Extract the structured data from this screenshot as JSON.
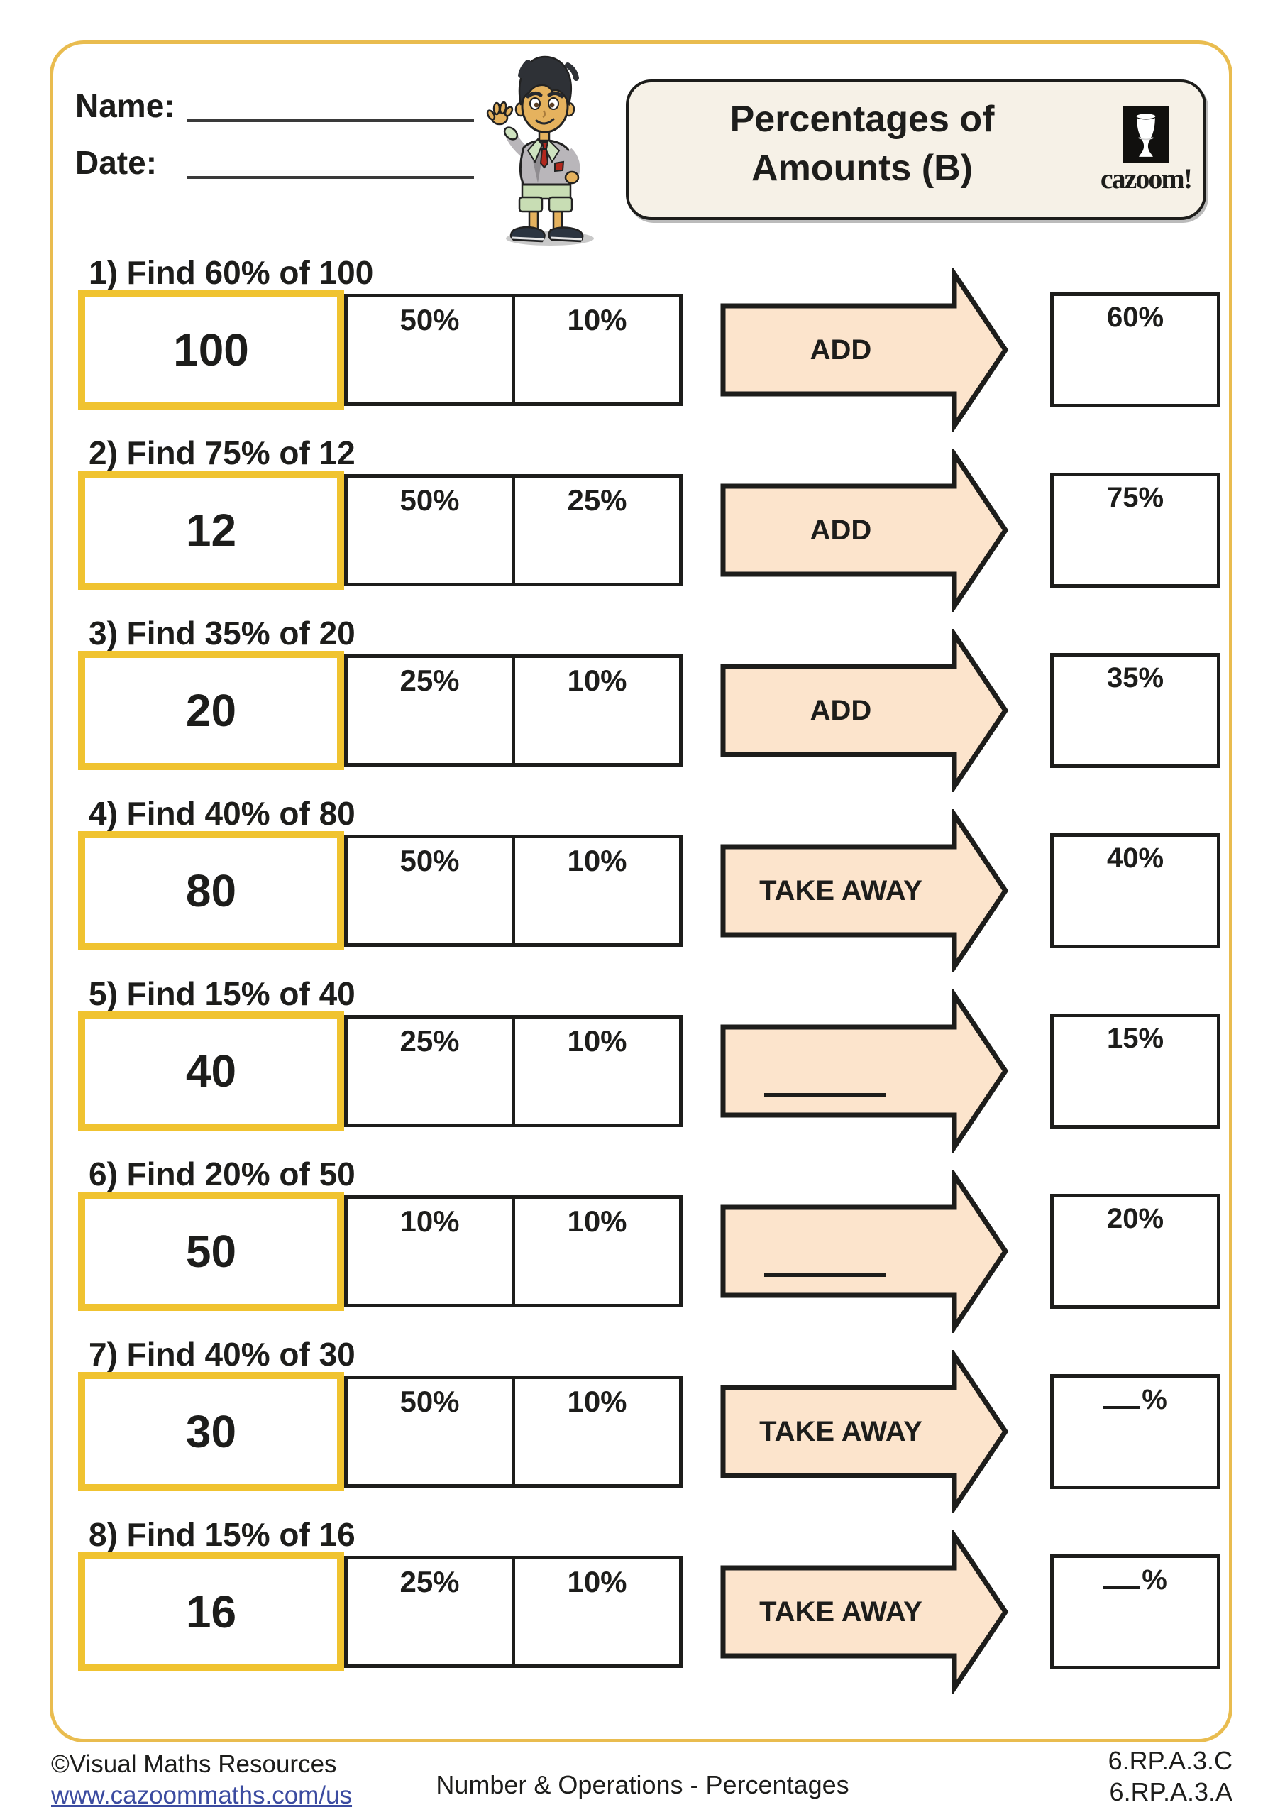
{
  "header": {
    "name_label": "Name:",
    "date_label": "Date:",
    "title_line1": "Percentages of",
    "title_line2": "Amounts (B)",
    "logo_text": "cazoom!"
  },
  "colors": {
    "page_border_gold": "#e9bc4f",
    "amount_box_yellow": "#f0c330",
    "arrow_peach": "#fce4cc",
    "title_box_cream": "#f6f1e7",
    "ink_black": "#1d1d1b",
    "link_blue": "#3b4ba0"
  },
  "questions": [
    {
      "heading": "1) Find 60% of 100",
      "amount": "100",
      "cells": [
        "50%",
        "10%"
      ],
      "arrow": {
        "label": "ADD",
        "blank": false
      },
      "result": {
        "label": "60%",
        "blank": false
      }
    },
    {
      "heading": "2) Find 75% of 12",
      "amount": "12",
      "cells": [
        "50%",
        "25%"
      ],
      "arrow": {
        "label": "ADD",
        "blank": false
      },
      "result": {
        "label": "75%",
        "blank": false
      }
    },
    {
      "heading": "3) Find 35% of 20",
      "amount": "20",
      "cells": [
        "25%",
        "10%"
      ],
      "arrow": {
        "label": "ADD",
        "blank": false
      },
      "result": {
        "label": "35%",
        "blank": false
      }
    },
    {
      "heading": "4) Find 40% of 80",
      "amount": "80",
      "cells": [
        "50%",
        "10%"
      ],
      "arrow": {
        "label": "TAKE AWAY",
        "blank": false
      },
      "result": {
        "label": "40%",
        "blank": false
      }
    },
    {
      "heading": "5) Find 15% of 40",
      "amount": "40",
      "cells": [
        "25%",
        "10%"
      ],
      "arrow": {
        "label": "",
        "blank": true
      },
      "result": {
        "label": "15%",
        "blank": false
      }
    },
    {
      "heading": "6) Find 20% of 50",
      "amount": "50",
      "cells": [
        "10%",
        "10%"
      ],
      "arrow": {
        "label": "",
        "blank": true
      },
      "result": {
        "label": "20%",
        "blank": false
      }
    },
    {
      "heading": "7) Find 40% of 30",
      "amount": "30",
      "cells": [
        "50%",
        "10%"
      ],
      "arrow": {
        "label": "TAKE AWAY",
        "blank": false
      },
      "result": {
        "label": "%",
        "blank": true
      }
    },
    {
      "heading": "8) Find 15% of 16",
      "amount": "16",
      "cells": [
        "25%",
        "10%"
      ],
      "arrow": {
        "label": "TAKE AWAY",
        "blank": false
      },
      "result": {
        "label": "%",
        "blank": true
      }
    }
  ],
  "footer": {
    "copyright": "©Visual Maths Resources",
    "url": "www.cazoommaths.com/us",
    "center": "Number & Operations - Percentages",
    "code1": "6.RP.A.3.C",
    "code2": "6.RP.A.3.A"
  }
}
